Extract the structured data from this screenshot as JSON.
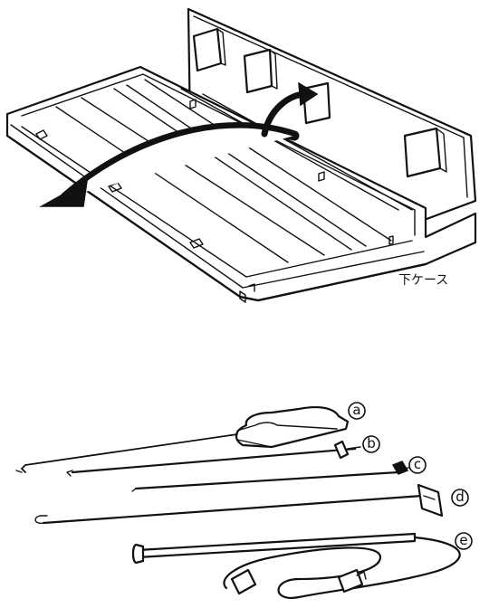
{
  "case_label": "下ケース",
  "parts": [
    {
      "id": "a",
      "mark": "ⓐ"
    },
    {
      "id": "b",
      "mark": "ⓑ"
    },
    {
      "id": "c",
      "mark": "ⓒ"
    },
    {
      "id": "d",
      "mark": "ⓓ"
    },
    {
      "id": "e",
      "mark": "ⓔ"
    }
  ]
}
